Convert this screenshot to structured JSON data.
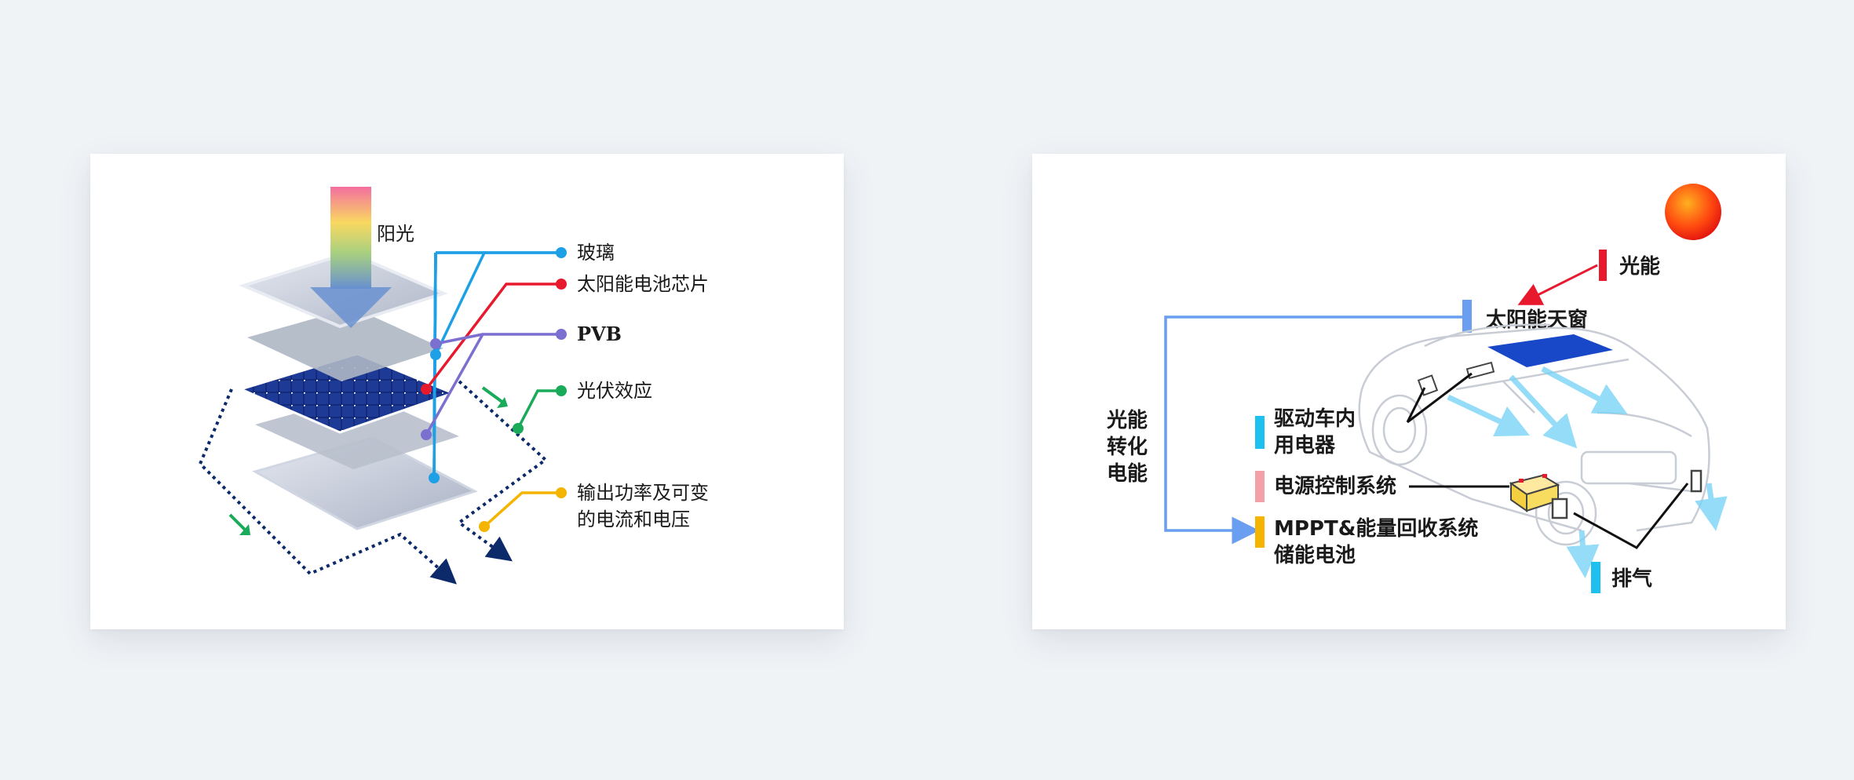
{
  "left_diagram": {
    "sunlight": "阳光",
    "callouts": [
      {
        "label": "玻璃",
        "color": "#1ea0e6"
      },
      {
        "label": "太阳能电池芯片",
        "color": "#e8192c"
      },
      {
        "label": "PVB",
        "color": "#7b6fd0"
      },
      {
        "label": "光伏效应",
        "color": "#19aa5a"
      },
      {
        "label_line1": "输出功率及可变",
        "label_line2": "的电流和电压",
        "color": "#f4b400"
      }
    ]
  },
  "right_diagram": {
    "light_energy": "光能",
    "solar_roof": "太阳能天窗",
    "conversion_line1": "光能",
    "conversion_line2": "转化",
    "conversion_line3": "电能",
    "drive_line1": "驱动车内",
    "drive_line2": "用电器",
    "power_control": "电源控制系统",
    "mppt_line1": "MPPT&能量回收系统",
    "mppt_line2": "储能电池",
    "exhaust": "排气",
    "colors": {
      "red": "#e8192c",
      "blue": "#6a9ef0",
      "cyan": "#1ec0f0",
      "pink": "#f4a0a8",
      "yellow": "#f4b400",
      "roof": "#1848c8"
    }
  }
}
